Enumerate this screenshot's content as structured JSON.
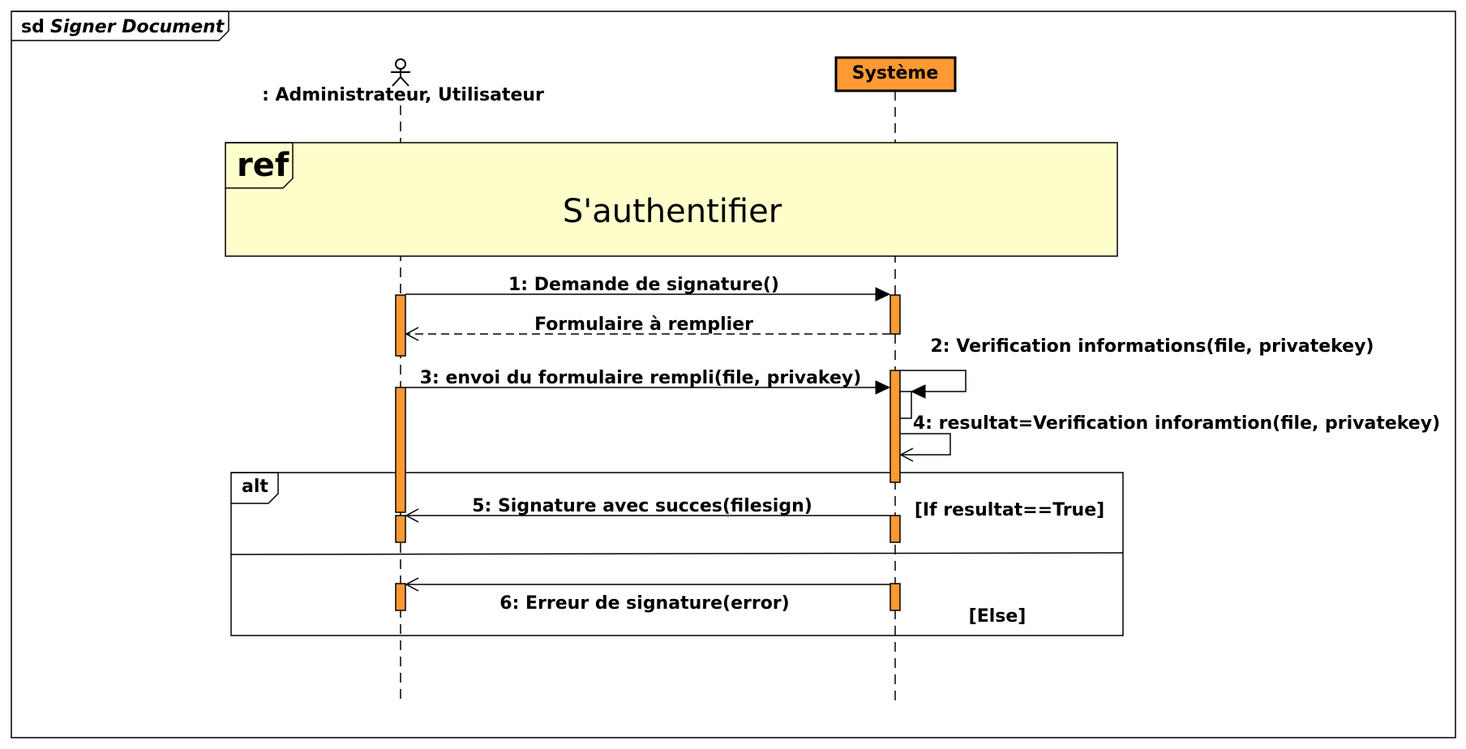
{
  "frame": {
    "keyword": "sd",
    "name": "Signer Document"
  },
  "lifelines": {
    "actor": {
      "label": ": Administrateur, Utilisateur",
      "icon": "stick-figure-icon"
    },
    "system": {
      "label": "Système"
    }
  },
  "ref": {
    "tag": "ref",
    "name": "S'authentifier"
  },
  "messages": {
    "m1": "1: Demande de signature()",
    "reply1": "Formulaire à remplier",
    "m2": "2: Verification informations(file, privatekey)",
    "m3": "3: envoi du formulaire rempli(file, privakey)",
    "m4": "4: resultat=Verification inforamtion(file, privatekey)",
    "m5": "5: Signature avec succes(filesign)",
    "m6": "6: Erreur de signature(error)"
  },
  "alt": {
    "tag": "alt",
    "guard_true": "[If resultat==True]",
    "guard_else": "[Else]"
  },
  "colors": {
    "activation": "#ff9933",
    "ref_fill": "#ffffcc",
    "system_box": "#ff9933",
    "stroke": "#000000"
  }
}
